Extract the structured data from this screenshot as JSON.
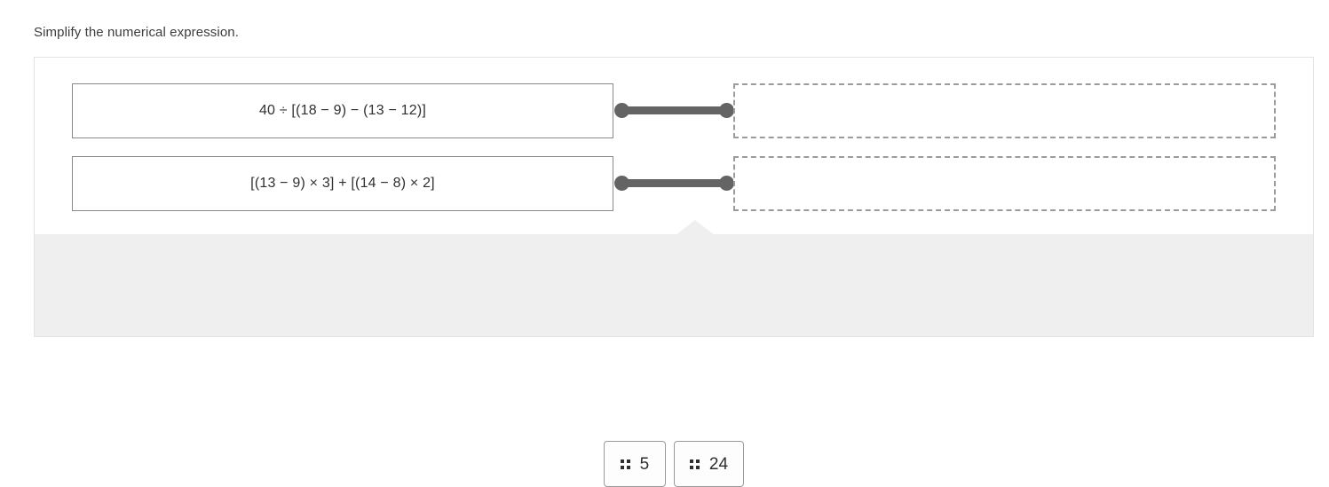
{
  "prompt": {
    "text": "Simplify the numerical expression."
  },
  "card": {
    "rows": [
      {
        "expression": "40 ÷ [(18 − 9) − (13 − 12)]",
        "connector_icon": "connector-line-icon",
        "drop_zone_value": "",
        "drop_zone_state": "empty"
      },
      {
        "expression": "[(13 − 9) × 3] + [(14 − 8) × 2]",
        "connector_icon": "connector-line-icon",
        "drop_zone_value": "",
        "drop_zone_state": "empty"
      }
    ],
    "tray": {
      "chips": [
        {
          "label": "5",
          "grip_icon": "drag-grip-icon"
        },
        {
          "label": "24",
          "grip_icon": "drag-grip-icon"
        }
      ]
    }
  },
  "colors": {
    "page_background": "#ffffff",
    "card_border": "#e3e3e3",
    "expression_border": "#8a8a8a",
    "dropzone_border": "#9b9b9b",
    "connector": "#646464",
    "tray_background": "#efefef",
    "text": "#303030",
    "prompt_text": "#3c3c3c"
  }
}
